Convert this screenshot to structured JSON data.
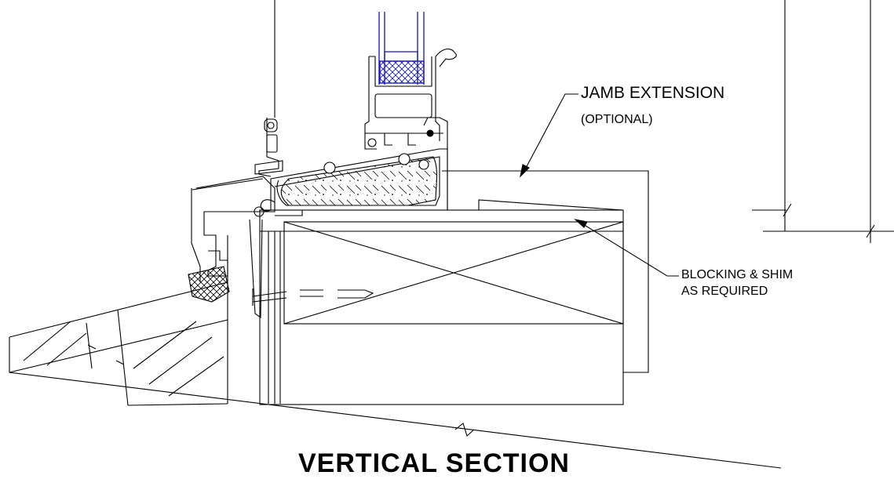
{
  "callouts": {
    "jamb_extension": "JAMB EXTENSION",
    "optional": "(OPTIONAL)",
    "blocking_line1": "BLOCKING & SHIM",
    "blocking_line2": "AS REQUIRED"
  },
  "title": "VERTICAL SECTION",
  "colors": {
    "line": "#000000",
    "glazing": "#1010c8",
    "background": "#ffffff"
  }
}
